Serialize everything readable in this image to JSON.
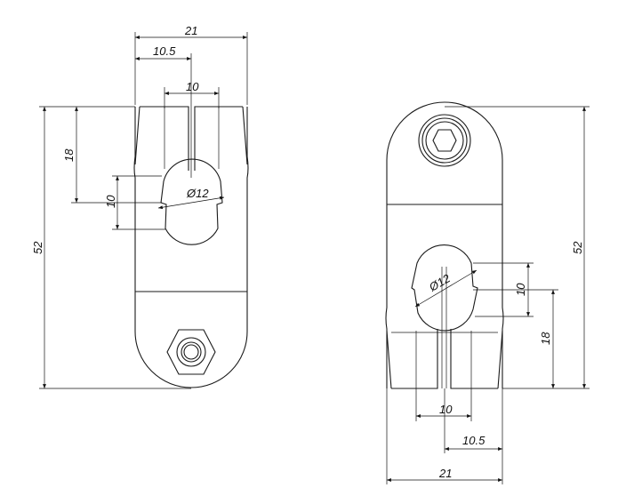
{
  "views": {
    "left": {
      "dims": {
        "overall_width": "21",
        "half_width": "10.5",
        "slot_width": "10",
        "clamp_height": "18",
        "bore_height": "10",
        "total_height": "52",
        "bore_diameter": "Ø12"
      }
    },
    "right": {
      "dims": {
        "overall_width": "21",
        "half_width": "10.5",
        "slot_width": "10",
        "clamp_height": "18",
        "bore_height": "10",
        "total_height": "52",
        "bore_diameter": "Ø12"
      }
    }
  },
  "colors": {
    "line": "#1a1a1a",
    "background": "#ffffff"
  }
}
